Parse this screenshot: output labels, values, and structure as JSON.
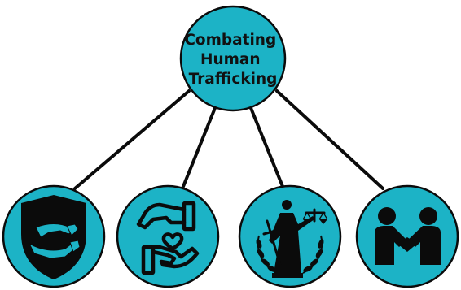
{
  "hub": {
    "title_lines": [
      "Combating",
      "Human",
      "Trafficking"
    ]
  },
  "nodes": [
    {
      "icon": "protection-shield-icon"
    },
    {
      "icon": "care-hands-icon"
    },
    {
      "icon": "justice-icon"
    },
    {
      "icon": "partnership-icon"
    }
  ],
  "colors": {
    "circle_fill": "#1cb3c6",
    "circle_stroke": "#0b0b0b",
    "connector": "#0b0b0b",
    "icon": "#0b0b0b"
  }
}
